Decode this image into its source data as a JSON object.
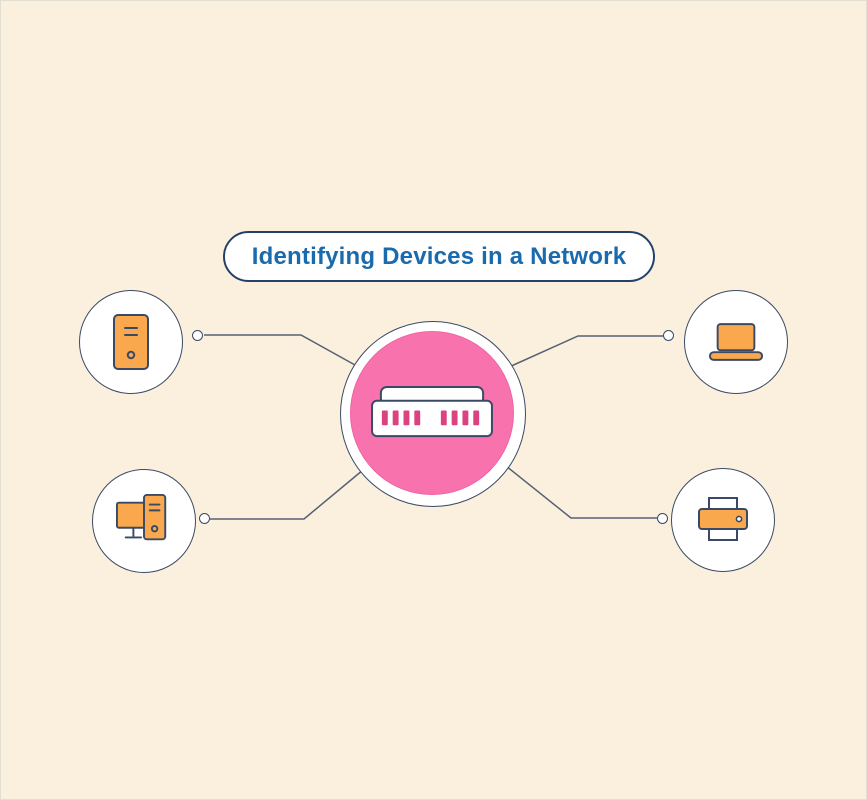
{
  "title": {
    "label": "Identifying Devices in a Network"
  },
  "hub": {
    "name": "network-switch",
    "icon": "switch-icon"
  },
  "devices": [
    {
      "id": "tower-pc",
      "icon": "desktop-tower-icon",
      "position": "top-left"
    },
    {
      "id": "workstation",
      "icon": "desktop-computer-icon",
      "position": "bottom-left"
    },
    {
      "id": "laptop",
      "icon": "laptop-icon",
      "position": "top-right"
    },
    {
      "id": "printer",
      "icon": "printer-icon",
      "position": "bottom-right"
    }
  ],
  "colors": {
    "background": "#FAF0DD",
    "accent_pink": "#F873AE",
    "device_orange": "#F9A84D",
    "outline_navy": "#3A4A66",
    "title_blue": "#1A6AAE",
    "port_pink": "#DB4380",
    "line_gray": "#566073"
  }
}
